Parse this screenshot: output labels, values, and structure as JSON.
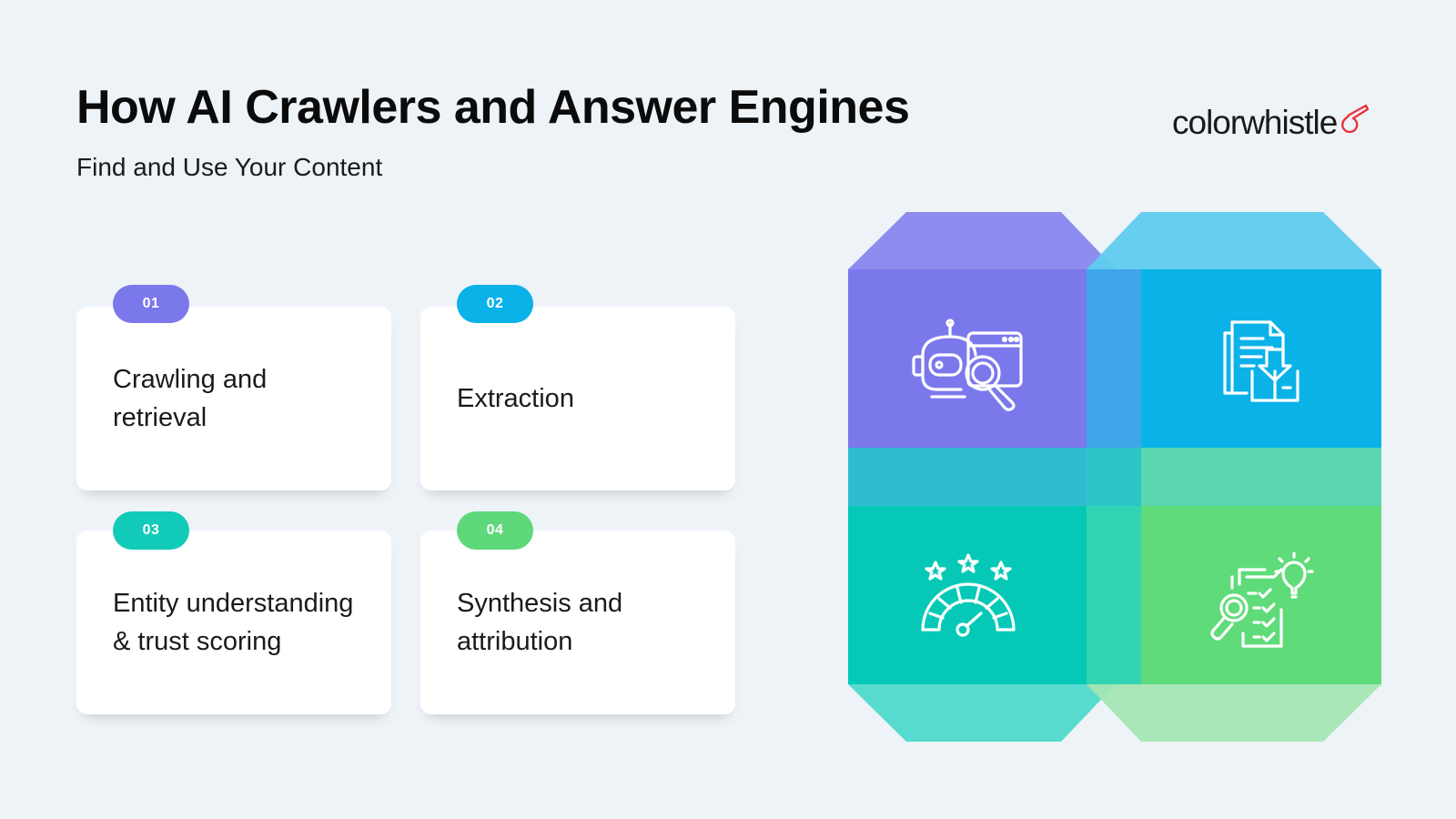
{
  "header": {
    "title": "How AI Crawlers and Answer Engines",
    "subtitle": "Find and Use Your Content"
  },
  "logo": {
    "text_light": "color",
    "text_bold": "whistle",
    "accent_color": "#e8343c"
  },
  "steps": [
    {
      "number": "01",
      "label_line1": "Crawling and",
      "label_line2": "retrieval",
      "color": "#7b78ec",
      "icon": "robot-search-icon"
    },
    {
      "number": "02",
      "label_line1": "Extraction",
      "label_line2": "",
      "color": "#0ab2e8",
      "icon": "document-download-icon"
    },
    {
      "number": "03",
      "label_line1": "Entity understanding",
      "label_line2": "&  trust scoring",
      "color": "#12cab8",
      "icon": "rating-gauge-icon"
    },
    {
      "number": "04",
      "label_line1": "Synthesis and",
      "label_line2": "attribution",
      "color": "#5ed87a",
      "icon": "checklist-idea-icon"
    }
  ]
}
